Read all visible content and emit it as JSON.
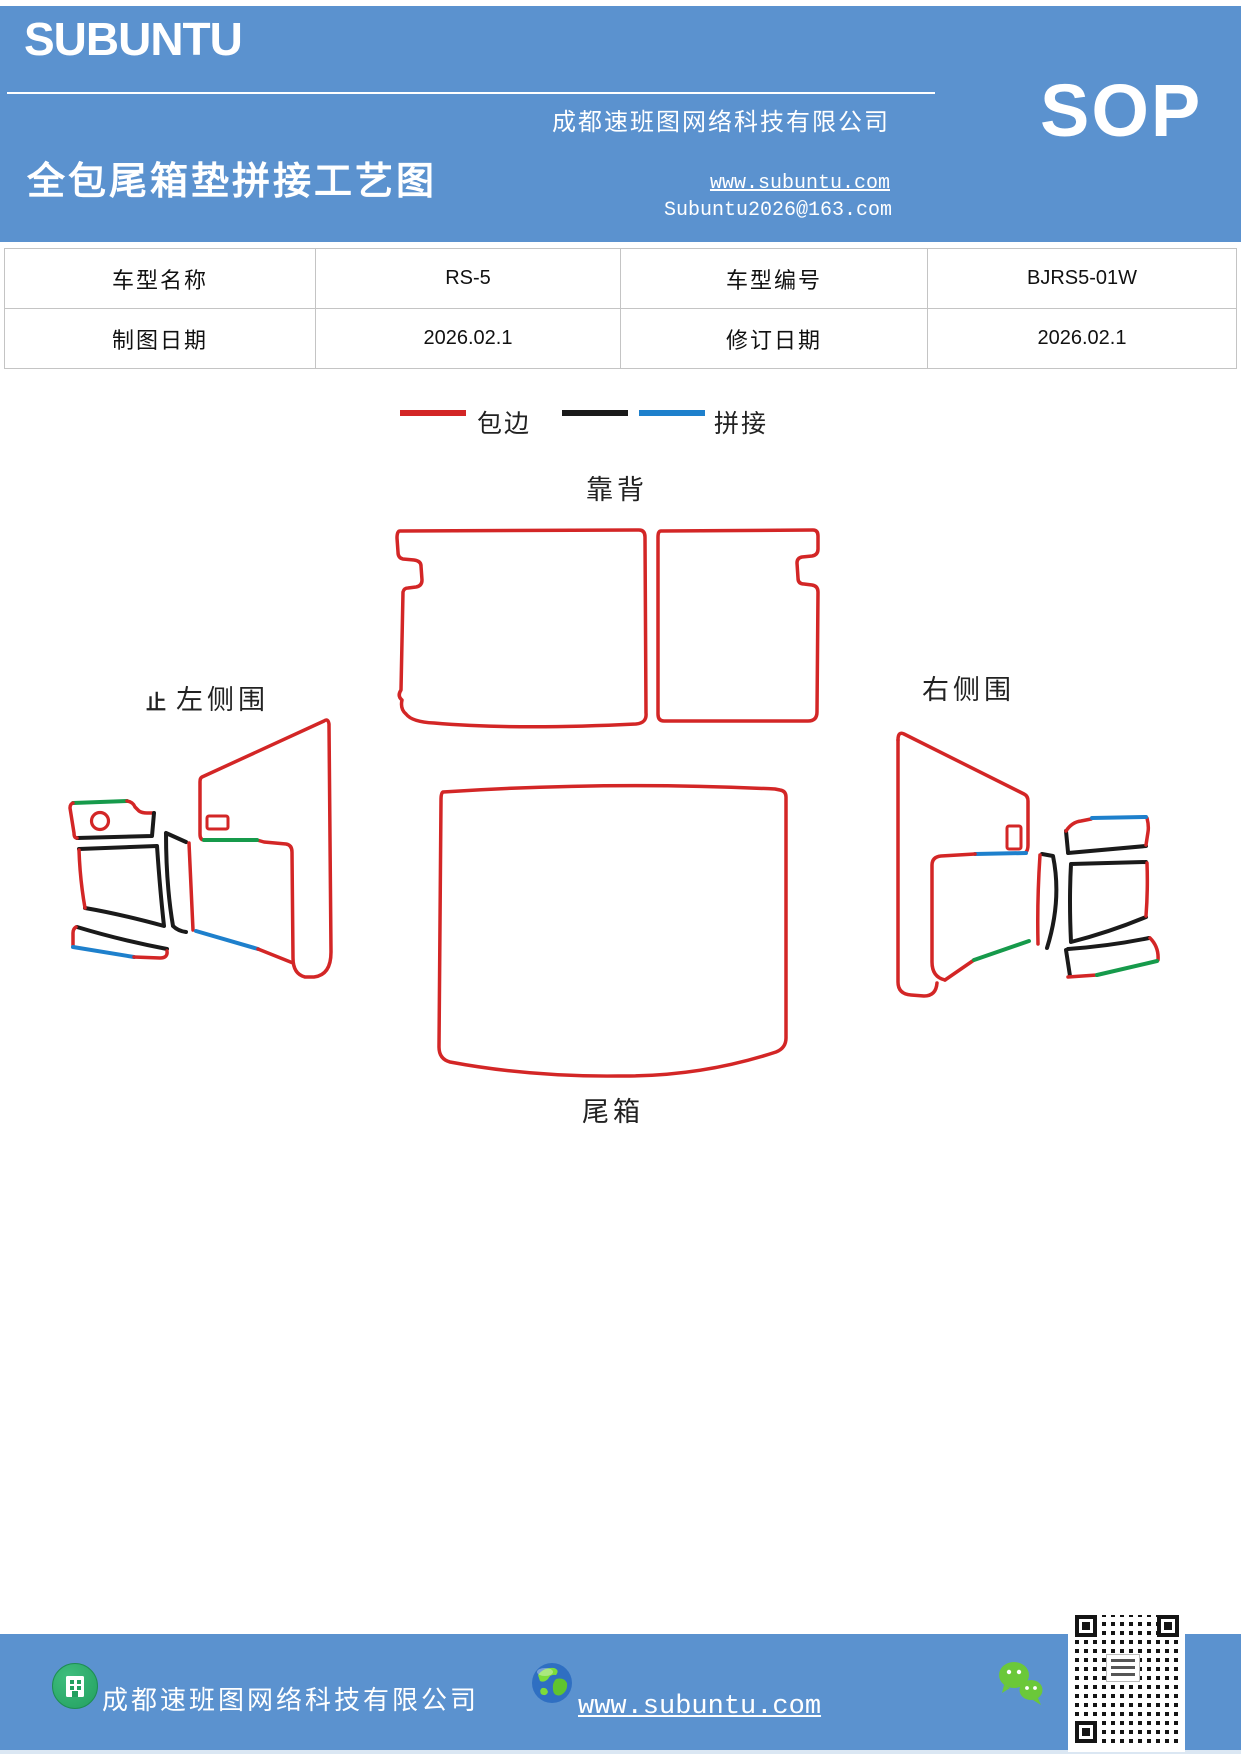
{
  "header": {
    "logo": "SUBUNTU",
    "company": "成都速班图网络科技有限公司",
    "title": "全包尾箱垫拼接工艺图",
    "website": "www.subuntu.com",
    "email": "Subuntu2026@163.com",
    "sop_badge": "SOP"
  },
  "info_table": {
    "rows": [
      {
        "c1": "车型名称",
        "c2": "RS-5",
        "c3": "车型编号",
        "c4": "BJRS5-01W"
      },
      {
        "c1": "制图日期",
        "c2": "2026.02.1",
        "c3": "修订日期",
        "c4": "2026.02.1"
      }
    ]
  },
  "legend": {
    "wrap_label": "包边",
    "splice_label": "拼接",
    "wrap_color": "#d32626",
    "splice_black": "#1a1a1a",
    "splice_blue": "#1e80cc",
    "splice_green": "#169a4b"
  },
  "diagram": {
    "labels": {
      "backrest": "靠背",
      "left_side_prefix": "止",
      "left_side": "左侧围",
      "right_side": "右侧围",
      "trunk": "尾箱"
    }
  },
  "footer": {
    "company": "成都速班图网络科技有限公司",
    "website": "www.subuntu.com"
  }
}
